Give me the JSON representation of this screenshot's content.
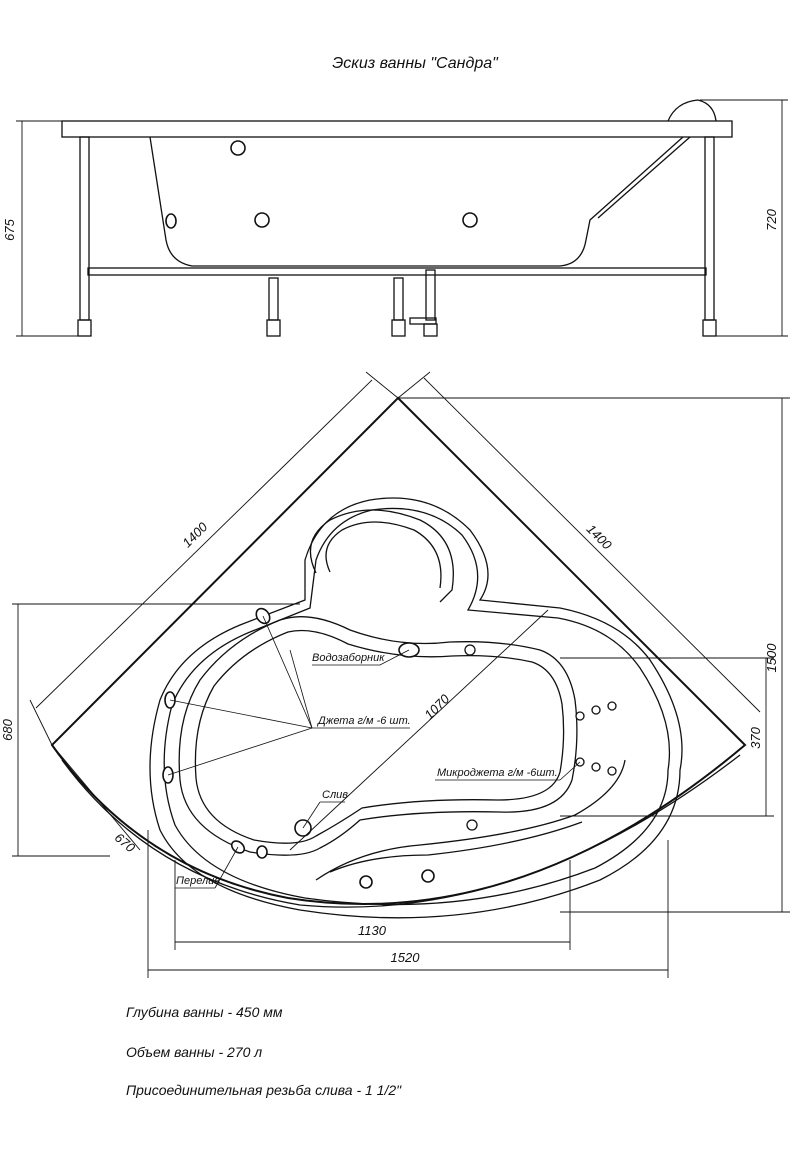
{
  "title": "Эскиз ванны  \"Сандра\"",
  "side_view": {
    "height_left": "675",
    "height_right": "720"
  },
  "top_view": {
    "side_left": "1400",
    "side_right": "1400",
    "height_total": "1500",
    "width_total": "1520",
    "width_inner": "1130",
    "left_dim": "680",
    "right_dim": "370",
    "diag_dim": "1070",
    "corner_dim": "670"
  },
  "callouts": {
    "intake": "Водозаборник",
    "jets": "Джета г/м -6 шт.",
    "microjets": "Микроджета г/м -6шт.",
    "drain": "Слив",
    "overflow": "Перелив"
  },
  "specs": {
    "depth": "Глубина ванны  -  450 мм",
    "volume": "Объем ванны  -  270 л",
    "thread": "Присоединительная резьба слива  -  1 1/2\""
  }
}
